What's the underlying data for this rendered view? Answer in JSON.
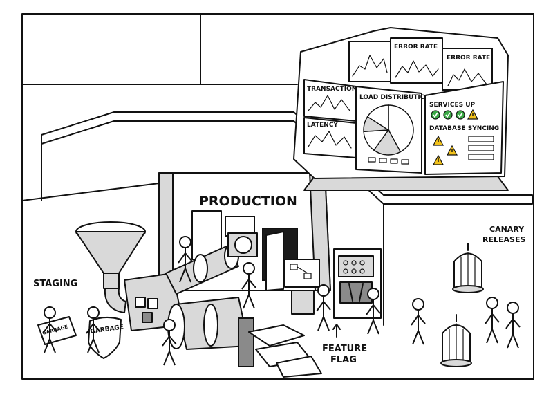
{
  "labels": {
    "production": "PRODUCTION",
    "staging": "STAGING",
    "garbage_shield": "GARBAGE",
    "garbage_box": "GARBAGE",
    "feature_flag_line1": "FEATURE",
    "feature_flag_line2": "FLAG",
    "canary_line1": "CANARY",
    "canary_line2": "RELEASES"
  },
  "dashboard": {
    "panels": {
      "error_rate_1": "ERROR RATE",
      "error_rate_2": "ERROR RATE",
      "transactions": "TRANSACTIONS",
      "latency": "LATENCY",
      "load_distribution": "LOAD DISTRIBUTION",
      "services_up": "SERVICES UP",
      "database_syncing": "DATABASE SYNCING"
    },
    "status_colors": {
      "ok": "#3aa845",
      "warn": "#f2c21b"
    },
    "services_status": [
      "ok",
      "ok",
      "ok",
      "warn"
    ],
    "db_sync_status": [
      "warn",
      "warn",
      "warn"
    ],
    "pie_slices": [
      0.42,
      0.18,
      0.14,
      0.1,
      0.16
    ]
  },
  "icons": [
    "warning-icon",
    "check-icon",
    "birdcage-icon",
    "arrow-icon"
  ]
}
